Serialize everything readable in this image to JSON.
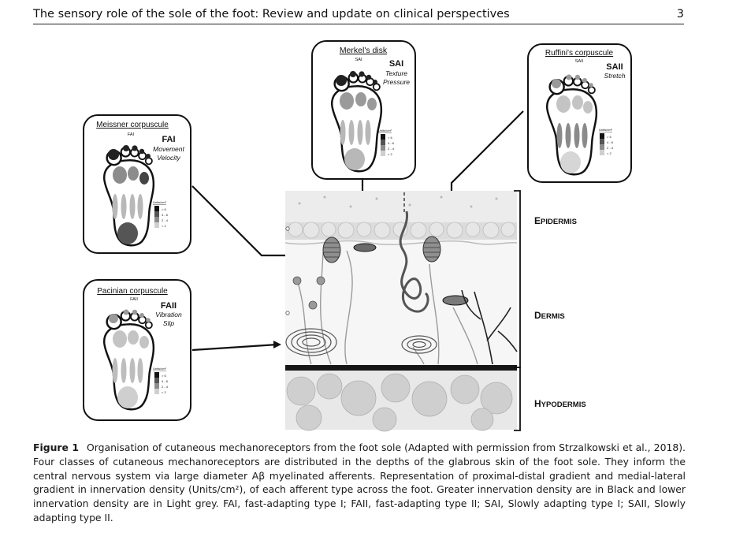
{
  "header": {
    "title": "The sensory role of the sole of the foot: Review and update on clinical perspectives",
    "page": "3"
  },
  "figure": {
    "panels": [
      {
        "key": "merkel",
        "name": "Merkel's disk",
        "type": "SAI",
        "sub_type": "SAI",
        "functions": [
          "Texture",
          "Pressure"
        ]
      },
      {
        "key": "ruffini",
        "name": "Ruffini's corpuscule",
        "type": "SAII",
        "sub_type": "SAII",
        "functions": [
          "Stretch"
        ]
      },
      {
        "key": "meissner",
        "name": "Meissner corpuscule",
        "type": "FAI",
        "sub_type": "FAI",
        "functions": [
          "Movement",
          "Velocity"
        ]
      },
      {
        "key": "pacinian",
        "name": "Pacinian corpuscule",
        "type": "FAII",
        "sub_type": "FAII",
        "functions": [
          "Vibration",
          "Slip"
        ]
      }
    ],
    "legend": {
      "title": "Units/cm²",
      "items": [
        {
          "label": "> 6",
          "color": "#111111"
        },
        {
          "label": "4 - 6",
          "color": "#555555"
        },
        {
          "label": "2 - 4",
          "color": "#8c8c8c"
        },
        {
          "label": "< 2",
          "color": "#cfcfcf"
        }
      ]
    },
    "layers": {
      "epidermis": "Epidermis",
      "dermis": "Dermis",
      "hypodermis": "Hypodermis"
    }
  },
  "caption": {
    "label": "Figure 1",
    "text": "Organisation of cutaneous mechanoreceptors from the foot sole (Adapted with permission from Strzalkowski et al., 2018). Four classes of cutaneous mechanoreceptors are distributed in the depths of the glabrous skin of the foot sole. They inform the central nervous system via large diameter Aβ myelinated afferents. Representation of proximal-distal gradient and medial-lateral gradient in innervation density (Units/cm²), of each afferent type across the foot. Greater innervation density are in Black and lower innervation density are in Light grey. FAI, fast-adapting type I; FAII, fast-adapting type II; SAI, Slowly adapting type I; SAII, Slowly adapting type II."
  }
}
